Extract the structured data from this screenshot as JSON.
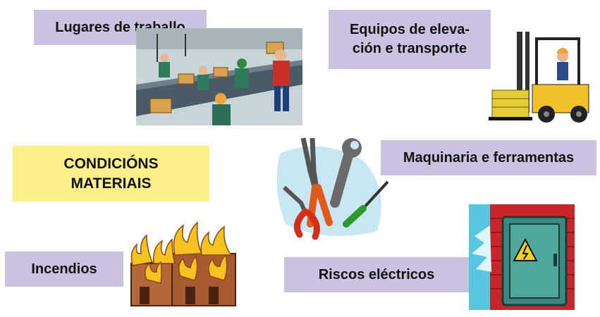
{
  "center_label": {
    "line1": "CONDICIÓNS",
    "line2": "MATERIAIS"
  },
  "topics": {
    "workplaces": "Lugares de traballo",
    "lifting_line1": "Equipos de eleva-",
    "lifting_line2": "ción e transporte",
    "machinery": "Maquinaria e ferramentas",
    "fires": "Incendios",
    "electrical": "Riscos eléctricos"
  },
  "colors": {
    "label_box": "#cbc2e0",
    "title_box": "#fdf08a"
  },
  "icons": [
    "factory-workers-icon",
    "forklift-icon",
    "tools-icon",
    "burning-building-icon",
    "electrical-panel-icon"
  ]
}
